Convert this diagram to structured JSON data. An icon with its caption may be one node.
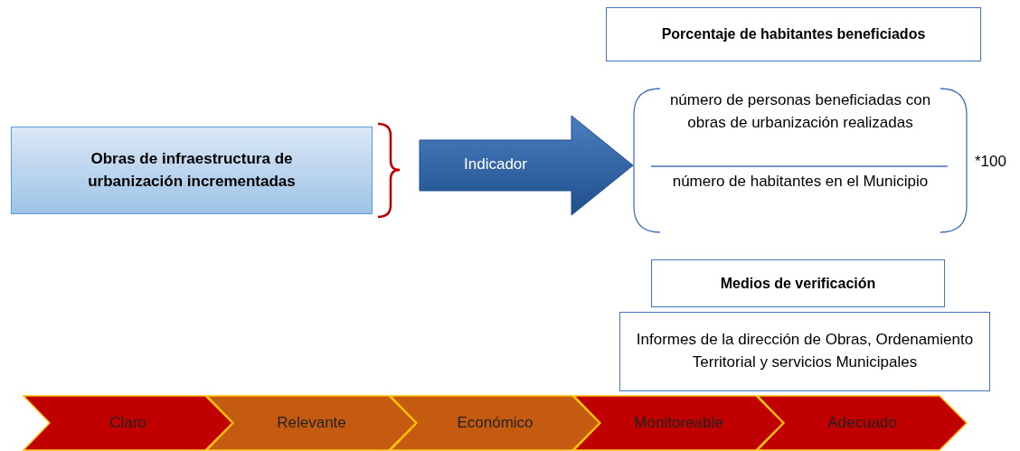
{
  "diagram": {
    "nodes": [
      {
        "text": [
          "Porcentaje de habitantes beneficiados"
        ]
      },
      {
        "text": [
          "Obras de infraestructura de urbanización incrementadas"
        ]
      },
      {
        "text": [
          "número de personas beneficiadas con obras de urbanización realizadas",
          "número de habitantes en el Municipio"
        ],
        "beside": [
          "*100"
        ]
      },
      {
        "text": [
          "Medios de verificación"
        ]
      },
      {
        "text": [
          "Informes de la dirección de Obras, Ordenamiento Territorial y servicios Municipales"
        ]
      },
      {
        "text": [
          "Claro"
        ]
      },
      {
        "text": [
          "Relevante"
        ]
      },
      {
        "text": [
          "Económico"
        ]
      },
      {
        "text": [
          "Monitoreable"
        ]
      },
      {
        "text": [
          "Adecuado"
        ]
      }
    ],
    "edges": [
      {
        "from": 1,
        "to": 2,
        "arrow": "to",
        "label": "Indicador",
        "style": "thick"
      }
    ]
  }
}
